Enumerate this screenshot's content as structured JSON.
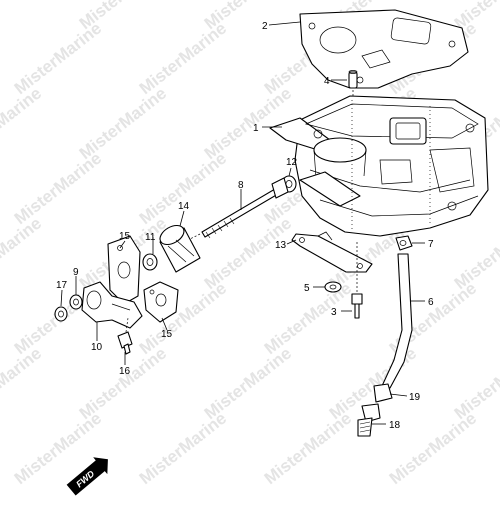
{
  "watermark": {
    "text": "MisterMarine",
    "color": "#e4e4e4"
  },
  "callouts": [
    {
      "number": "1"
    },
    {
      "number": "2"
    },
    {
      "number": "3"
    },
    {
      "number": "4"
    },
    {
      "number": "5"
    },
    {
      "number": "6"
    },
    {
      "number": "7"
    },
    {
      "number": "8"
    },
    {
      "number": "9"
    },
    {
      "number": "10"
    },
    {
      "number": "11"
    },
    {
      "number": "12"
    },
    {
      "number": "13"
    },
    {
      "number": "14"
    },
    {
      "number": "15"
    },
    {
      "number": "15"
    },
    {
      "number": "16"
    },
    {
      "number": "17"
    },
    {
      "number": "18"
    },
    {
      "number": "19"
    }
  ],
  "fwd_badge": {
    "text": "FWD"
  },
  "colors": {
    "line": "#000000",
    "background": "#ffffff"
  }
}
